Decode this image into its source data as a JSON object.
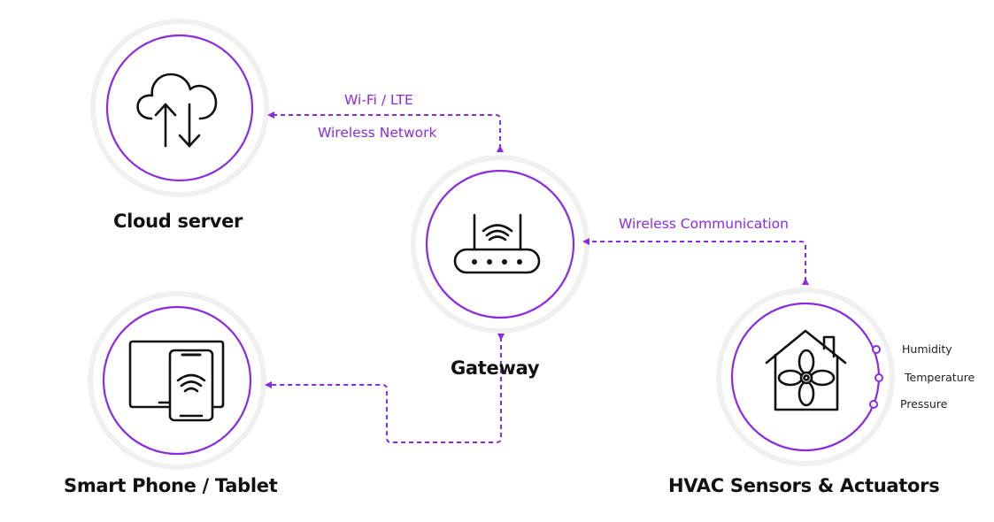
{
  "colors": {
    "accent": "#8a2be2",
    "ring": "#f0f0f0",
    "icon": "#111111",
    "text": "#111111"
  },
  "nodes": {
    "cloud": {
      "title": "Cloud server",
      "icon": "cloud-upload-download-icon"
    },
    "gateway": {
      "title": "Gateway",
      "icon": "router-icon"
    },
    "devices": {
      "title": "Smart Phone / Tablet",
      "icon": "phone-tablet-wifi-icon"
    },
    "hvac": {
      "title": "HVAC Sensors & Actuators",
      "icon": "house-fan-icon"
    }
  },
  "links": {
    "cloud_gateway": {
      "label_top": "Wi-Fi / LTE",
      "label_bottom": "Wireless Network"
    },
    "gateway_hvac": {
      "label": "Wireless Communication"
    },
    "gateway_devices": {
      "label": ""
    }
  },
  "sensors": [
    "Humidity",
    "Temperature",
    "Pressure"
  ]
}
